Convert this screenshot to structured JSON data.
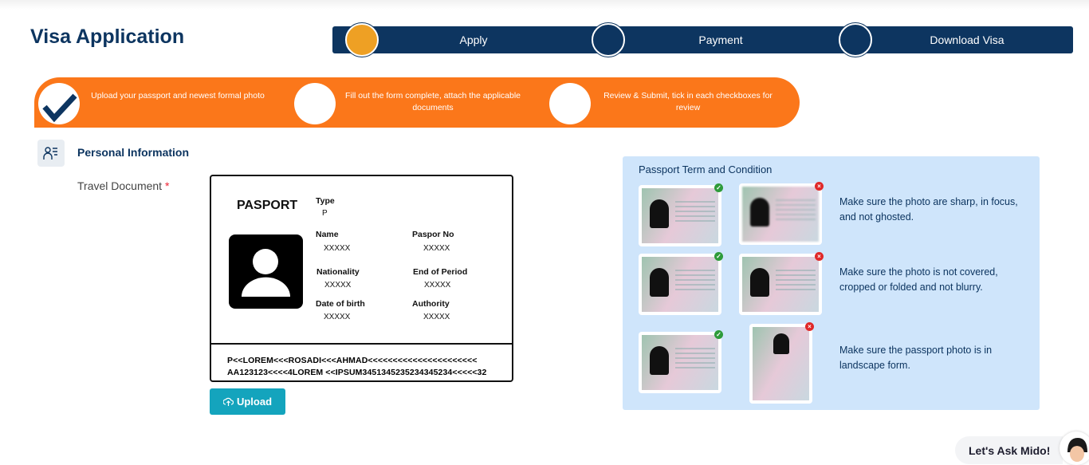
{
  "header": {
    "title": "Visa Application"
  },
  "stepper": {
    "steps": [
      {
        "label": "Apply",
        "active": true
      },
      {
        "label": "Payment",
        "active": false
      },
      {
        "label": "Download Visa",
        "active": false
      }
    ]
  },
  "banner": {
    "steps": [
      {
        "text": "Upload your passport and newest formal photo",
        "done": true
      },
      {
        "text": "Fill out the form complete, attach the applicable documents",
        "done": false
      },
      {
        "text": "Review & Submit, tick in each checkboxes for review",
        "done": false
      }
    ]
  },
  "section": {
    "title": "Personal Information"
  },
  "form": {
    "travel_document_label": "Travel Document",
    "required_mark": "*",
    "upload_label": "Upload"
  },
  "passport": {
    "heading": "PASPORT",
    "type_label": "Type",
    "type_value": "P",
    "fields": [
      {
        "label": "Name",
        "value": "XXXXX"
      },
      {
        "label": "Paspor No",
        "value": "XXXXX"
      },
      {
        "label": "Nationality",
        "value": "XXXXX"
      },
      {
        "label": "End of Period",
        "value": "XXXXX"
      },
      {
        "label": "Date of birth",
        "value": "XXXXX"
      },
      {
        "label": "Authority",
        "value": "XXXXX"
      }
    ],
    "mrz": [
      "P<<LOREM<<<ROSADI<<<AHMAD<<<<<<<<<<<<<<<<<<<<<<",
      "AA123123<<<<4LOREM <<IPSUM3451345235234345234<<<<<32"
    ]
  },
  "terms": {
    "title": "Passport Term and Condition",
    "rules": [
      "Make sure the photo are sharp, in focus, and not ghosted.",
      "Make sure the photo is not covered, cropped or folded and not blurry.",
      "Make sure the passport photo is in landscape form."
    ]
  },
  "chat": {
    "label": "Let's Ask Mido!"
  },
  "colors": {
    "navy": "#0d3560",
    "orange": "#fb771a",
    "active_step": "#eea024",
    "teal": "#14a4bd",
    "panel": "#cfe5fb"
  }
}
